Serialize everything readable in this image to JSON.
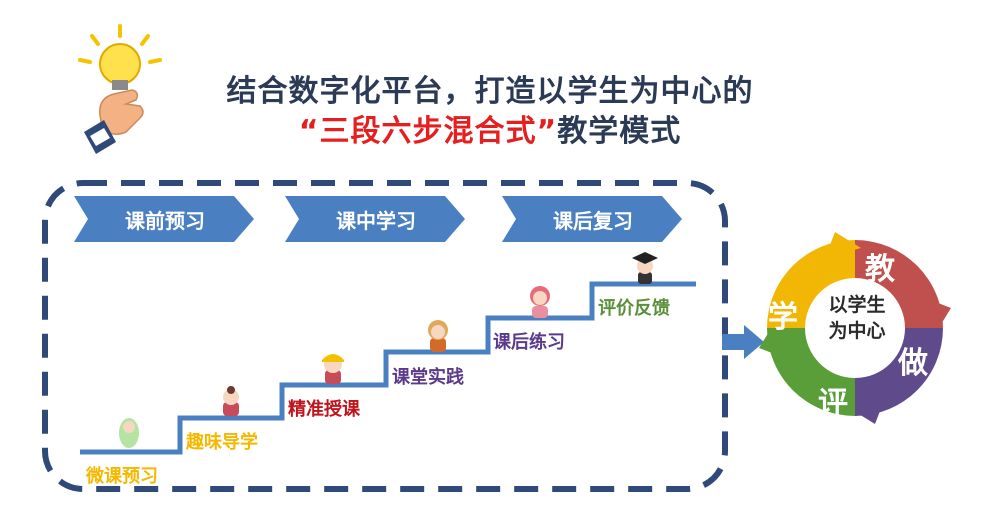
{
  "title": {
    "line1": "结合数字化平台，打造以学生为中心的",
    "line2_open_quote": "“",
    "line2_highlight": "三段六步混合式",
    "line2_close_quote": "”",
    "line2_rest": "教学模式"
  },
  "phases": [
    {
      "label": "课前预习"
    },
    {
      "label": "课中学习"
    },
    {
      "label": "课后复习"
    }
  ],
  "steps": [
    {
      "label": "微课预习",
      "color": "#f5b800"
    },
    {
      "label": "趣味导学",
      "color": "#f5b800"
    },
    {
      "label": "精准授课",
      "color": "#c0141c"
    },
    {
      "label": "课堂实践",
      "color": "#5b3a8c"
    },
    {
      "label": "课后练习",
      "color": "#5b3a8c"
    },
    {
      "label": "评价反馈",
      "color": "#5b8f3a"
    }
  ],
  "cycle": {
    "center_line1": "以学生",
    "center_line2": "为中心",
    "segments": [
      {
        "label": "教",
        "color": "#c0504d"
      },
      {
        "label": "做",
        "color": "#5f4b8b"
      },
      {
        "label": "评",
        "color": "#5a9e3a"
      },
      {
        "label": "学",
        "color": "#f2b705"
      }
    ]
  },
  "colors": {
    "title": "#2b3a55",
    "highlight": "#e51f1f",
    "phase_arrow": "#4a7fc1",
    "stair": "#4a7fc1",
    "dashed_border": "#2f4a78"
  },
  "icons": {
    "logo": "lightbulb-hand-icon",
    "connector": "arrow-right-icon"
  }
}
